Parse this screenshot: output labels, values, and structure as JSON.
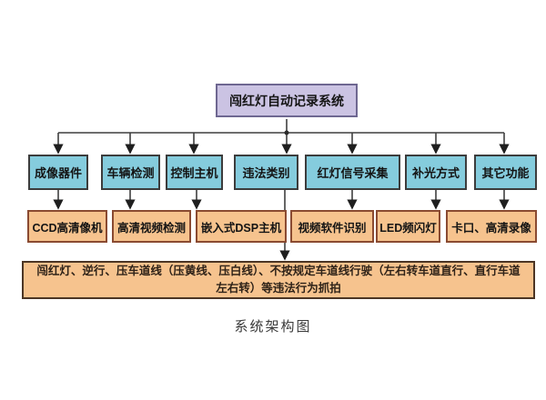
{
  "diagram": {
    "root": "闯红灯自动记录系统",
    "caption": "系统架构图",
    "level2": [
      {
        "label": "成像器件"
      },
      {
        "label": "车辆检测"
      },
      {
        "label": "控制主机"
      },
      {
        "label": "违法类别"
      },
      {
        "label": "红灯信号采集"
      },
      {
        "label": "补光方式"
      },
      {
        "label": "其它功能"
      }
    ],
    "level3": [
      {
        "label": "CCD高清像机"
      },
      {
        "label": "高清视频检测"
      },
      {
        "label": "嵌入式DSP主机"
      },
      {
        "label": "视频软件识别"
      },
      {
        "label": "LED频闪灯"
      },
      {
        "label": "卡口、高清录像"
      }
    ],
    "violations_note": "闯红灯、逆行、压车道线（压黄线、压白线）、不按规定车道线行驶（左右转车道直行、直行车道左右转）等违法行为抓拍",
    "colors": {
      "root_fill": "#cbc3e3",
      "root_border": "#6e6791",
      "level2_fill": "#85ccdd",
      "level2_border": "#3c3c3c",
      "level3_fill": "#f6c38e",
      "level3_border": "#8a4a31",
      "note_border": "#4c3524",
      "connector": "#3f3f3f"
    }
  }
}
